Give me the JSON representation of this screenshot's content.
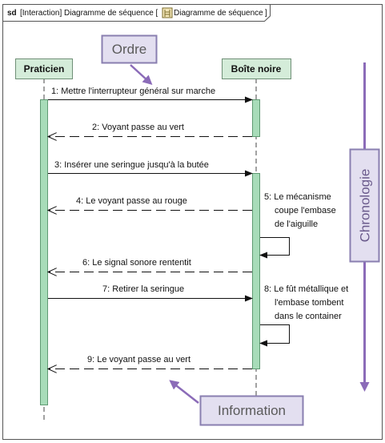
{
  "frame": {
    "keyword": "sd",
    "title": "[Interaction]  Diagramme de séquence   [",
    "title2": "Diagramme de séquence",
    "close": "]"
  },
  "lifelines": {
    "left": "Praticien",
    "right": "Boîte noire"
  },
  "messages": [
    {
      "label": "1:  Mettre l'interrupteur général sur marche",
      "kind": "call"
    },
    {
      "label": "2:  Voyant passe au vert",
      "kind": "return"
    },
    {
      "label": "3:  Insérer une seringue jusqu'à la butée",
      "kind": "call"
    },
    {
      "label": "4:  Le voyant passe au rouge",
      "kind": "return"
    },
    {
      "label": "6:  Le signal sonore rententit",
      "kind": "return"
    },
    {
      "label": "7:  Retirer la seringue",
      "kind": "call"
    },
    {
      "label": "9:  Le voyant passe au vert",
      "kind": "return"
    }
  ],
  "self_messages": [
    {
      "lines": [
        "5:  Le mécanisme",
        "coupe l'embase",
        "de l'aiguille"
      ]
    },
    {
      "lines": [
        "8:  Le fût métallique et",
        "l'embase tombent",
        "dans le container"
      ]
    }
  ],
  "callouts": {
    "ordre": "Ordre",
    "information": "Information",
    "chronologie": "Chronologie"
  },
  "colors": {
    "lifeline_header": "#d4ecd9",
    "activation": "#a8dcb9",
    "callout_fill": "#e3dff0",
    "callout_stroke": "#8a7fb0",
    "arrow_purple": "#8b6bb8"
  }
}
